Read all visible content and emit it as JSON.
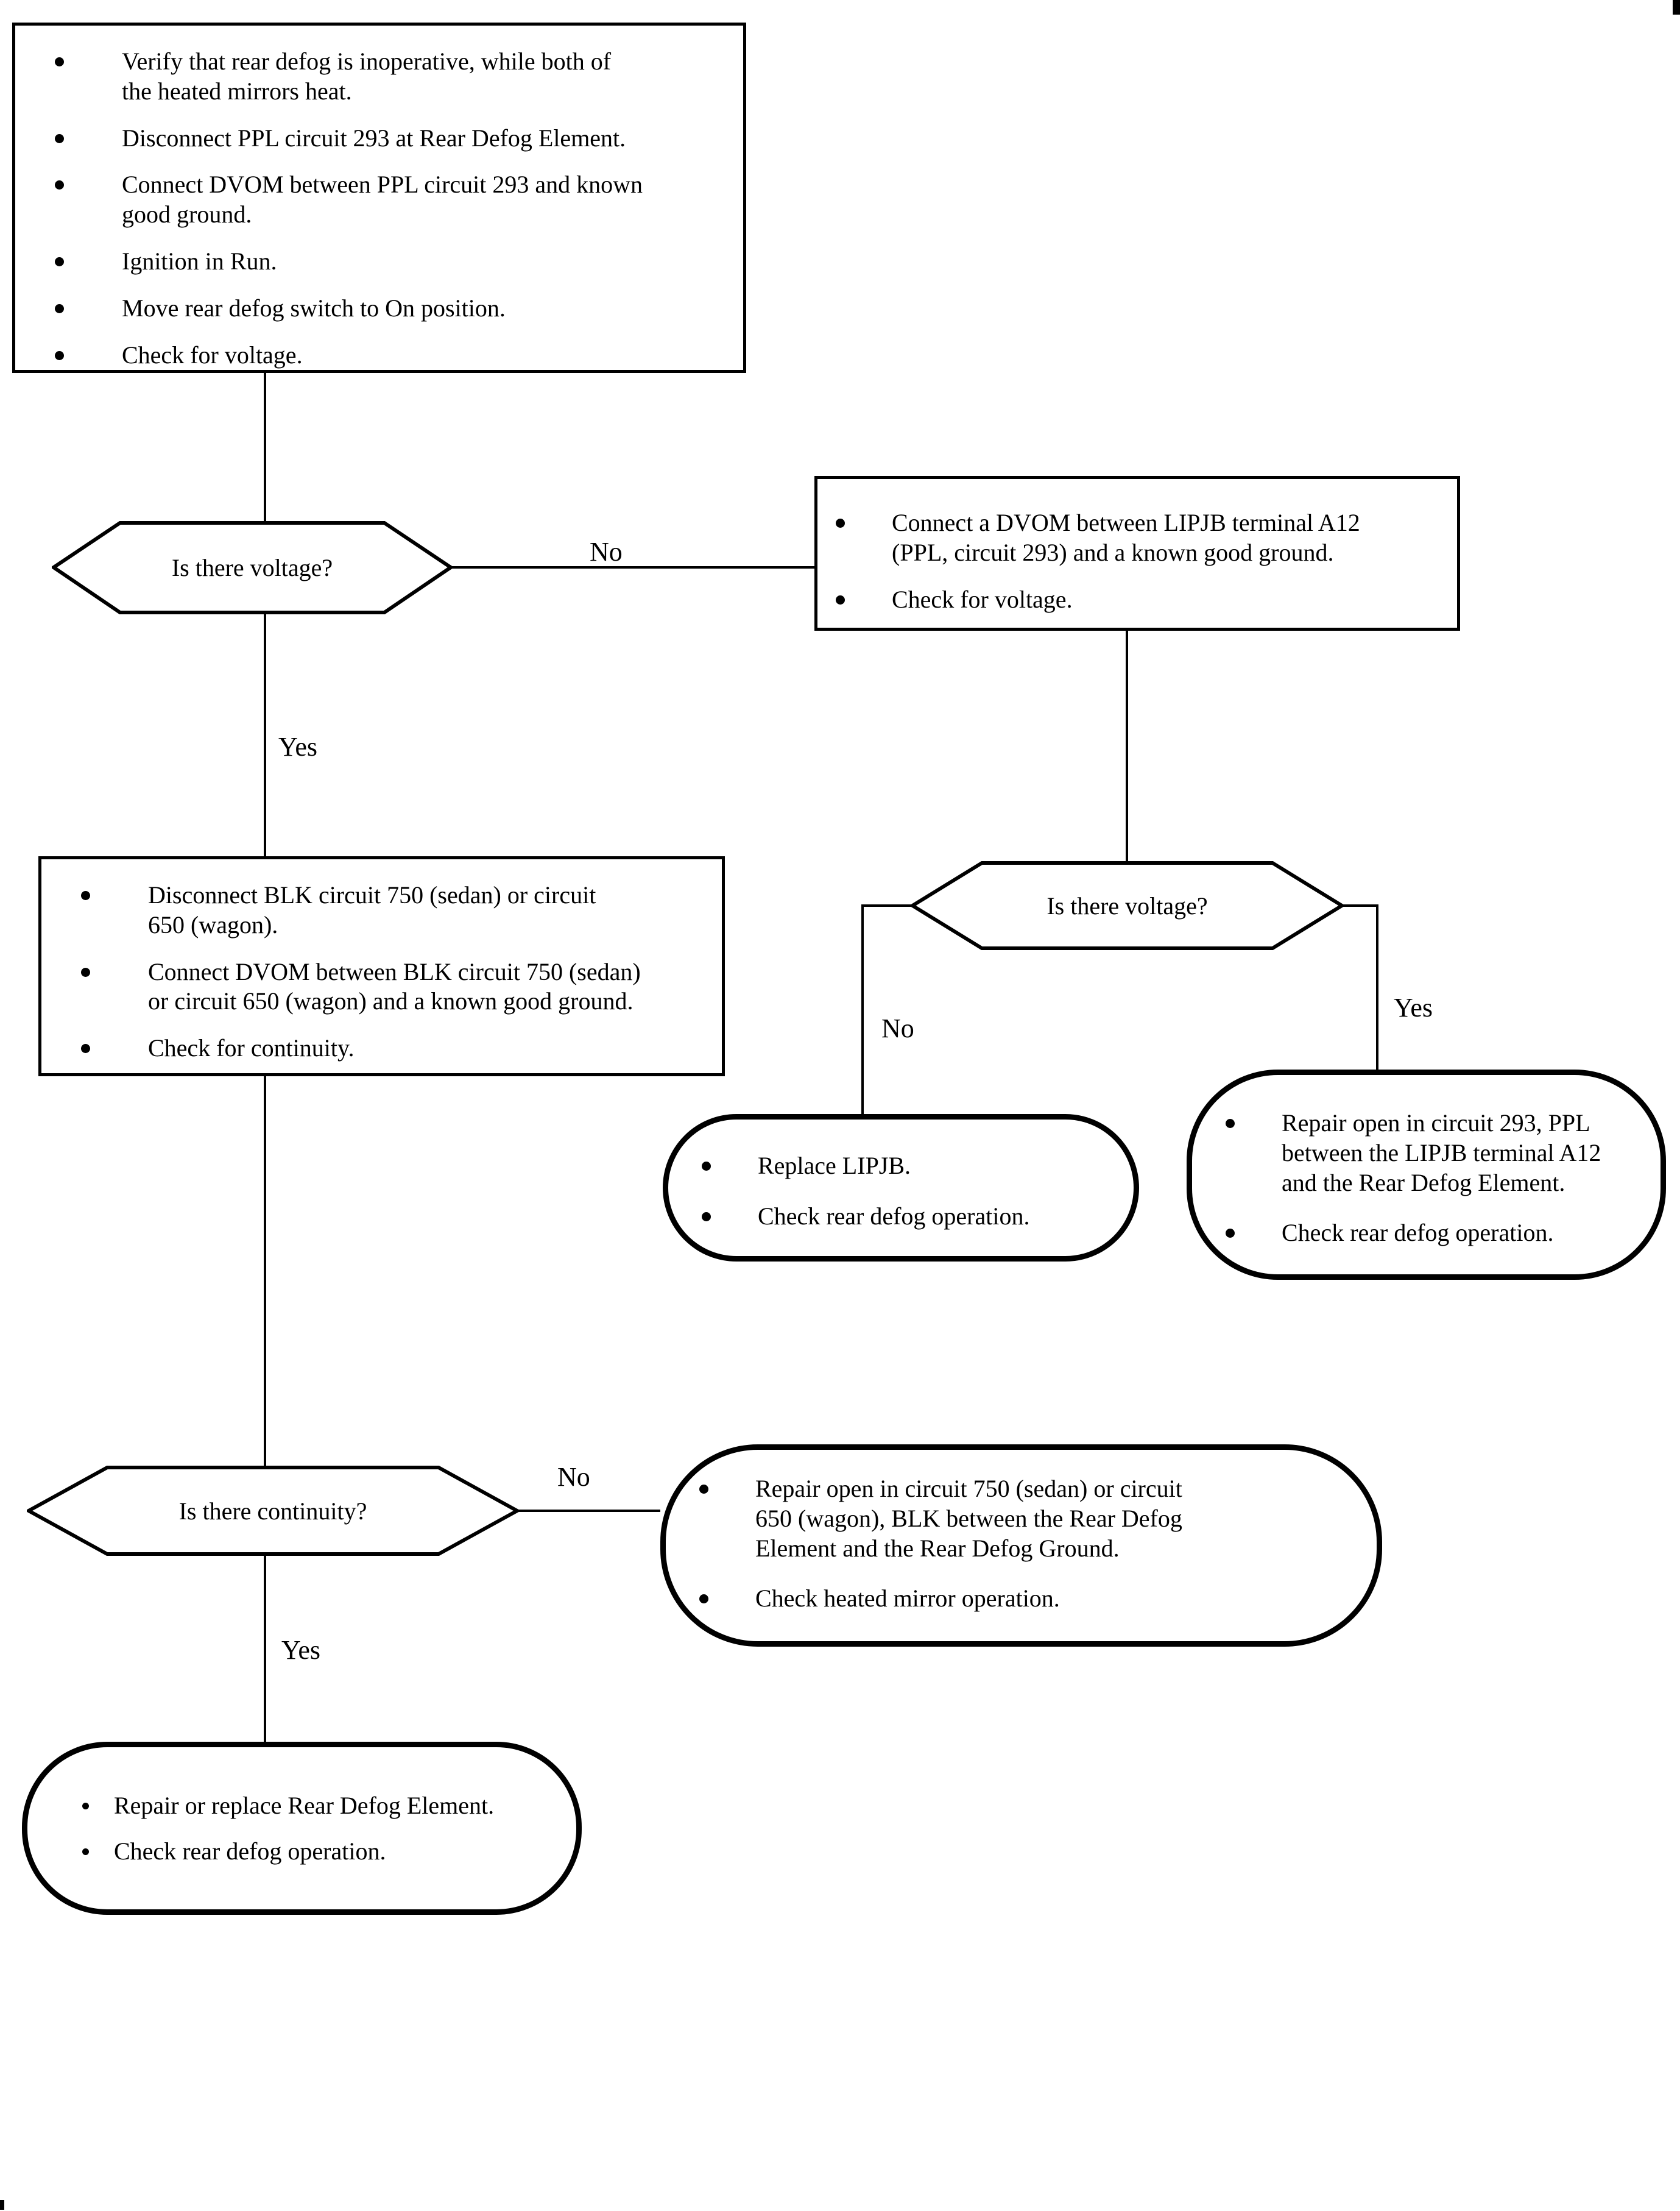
{
  "page": {
    "background": "#ffffff",
    "ink": "#000000"
  },
  "flowchart": {
    "step1": {
      "shape": "rectangle",
      "bullets": [
        "Verify that rear defog is inoperative, while both of\nthe heated mirrors heat.",
        "Disconnect PPL circuit 293 at Rear Defog Element.",
        "Connect DVOM between PPL circuit 293 and known\ngood ground.",
        "Ignition in Run.",
        "Move rear defog switch to On position.",
        "Check for voltage."
      ]
    },
    "decision1": {
      "shape": "hexagon",
      "label": "Is there voltage?"
    },
    "step2": {
      "shape": "rectangle",
      "bullets": [
        "Connect a DVOM between LIPJB terminal A12\n(PPL, circuit 293) and a known good ground.",
        "Check for voltage."
      ]
    },
    "decision2": {
      "shape": "hexagon",
      "label": "Is there voltage?"
    },
    "step3": {
      "shape": "rectangle",
      "bullets": [
        "Disconnect BLK circuit 750 (sedan) or circuit\n650 (wagon).",
        "Connect DVOM between BLK circuit 750 (sedan)\nor circuit 650 (wagon) and a known good ground.",
        "Check for continuity."
      ]
    },
    "decision3": {
      "shape": "hexagon",
      "label": "Is there continuity?"
    },
    "results": {
      "replace_lipjb": {
        "shape": "terminator",
        "bullets": [
          "Replace LIPJB.",
          "Check rear defog operation."
        ]
      },
      "repair_circuit_293": {
        "shape": "terminator",
        "bullets": [
          "Repair open in circuit 293, PPL\nbetween the LIPJB terminal A12\nand the Rear Defog Element.",
          "Check rear defog operation."
        ]
      },
      "repair_circuit_750": {
        "shape": "terminator",
        "bullets": [
          "Repair open in circuit 750 (sedan) or circuit\n650 (wagon), BLK between the Rear Defog\nElement and the Rear Defog Ground.",
          "Check heated mirror operation."
        ]
      },
      "repair_defog_element": {
        "shape": "terminator",
        "bullets": [
          "Repair or replace Rear Defog Element.",
          "Check rear defog operation."
        ]
      }
    },
    "edges": {
      "decision1_no": "No",
      "decision1_yes": "Yes",
      "decision2_no": "No",
      "decision2_yes": "Yes",
      "decision3_no": "No",
      "decision3_yes": "Yes"
    }
  }
}
